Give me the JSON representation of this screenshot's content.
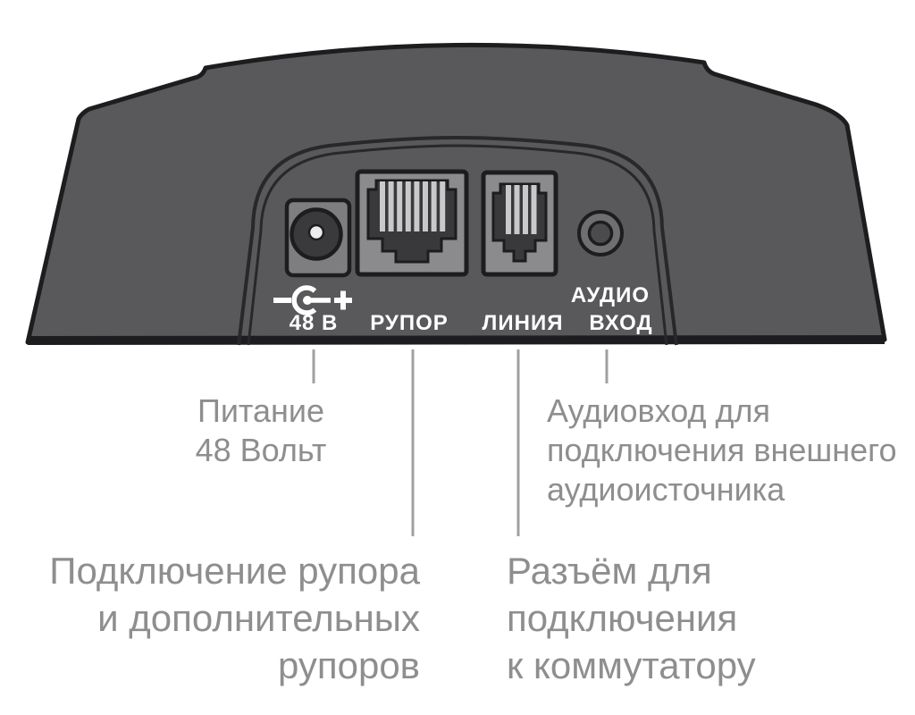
{
  "diagram": {
    "title": "rear-connector-panel-diagram",
    "device": {
      "labels": {
        "power_voltage": "48 В",
        "horn_port": "РУПОР",
        "line_port": "ЛИНИЯ",
        "audio_port_line1": "АУДИО",
        "audio_port_line2": "ВХОД"
      },
      "ports": [
        {
          "name": "dc-power-jack",
          "label": "48 В"
        },
        {
          "name": "rj45-horn-port",
          "label": "РУПОР",
          "pins": 8
        },
        {
          "name": "rj11-line-port",
          "label": "ЛИНИЯ",
          "pins": 4
        },
        {
          "name": "audio-input-jack",
          "label": "АУДИО ВХОД"
        }
      ]
    },
    "callouts": {
      "power": {
        "lines": [
          "Питание",
          "48 Вольт"
        ]
      },
      "audio": {
        "lines": [
          "Аудиовход для",
          "подключения внешнего",
          "аудиоисточника"
        ]
      },
      "horn": {
        "lines": [
          "Подключение рупора",
          "и дополнительных",
          "рупоров"
        ]
      },
      "line": {
        "lines": [
          "Разъём для",
          "подключения",
          "к коммутатору"
        ]
      }
    },
    "colors": {
      "device_body": "#59595b",
      "outline": "#1d1d1f",
      "port_plate": "#8b8b8d",
      "dc_plate": "#7e7e80",
      "port_cavity": "#39393b",
      "pins": "#c9c9cb",
      "audio_ring": "#6f6f71",
      "audio_hole": "#4b4b4d",
      "panel_label_text": "#ffffff",
      "leader_line": "#a0a0a0",
      "callout_text": "#8e8e8e",
      "background": "#ffffff"
    }
  }
}
